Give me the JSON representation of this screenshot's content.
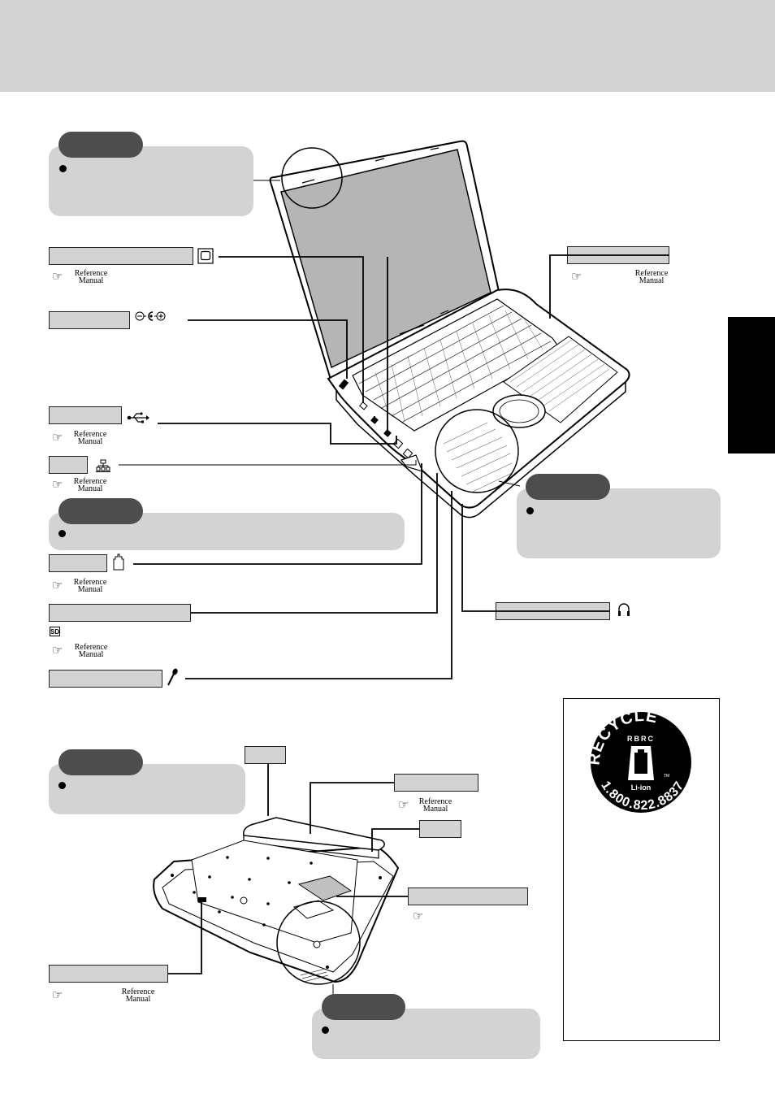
{
  "reference_label": {
    "line1": "Reference",
    "line2": "Manual"
  },
  "pointer_glyph": "☞",
  "sd_icon_text": "SD",
  "recycle_logo": {
    "top_text": "RECYCLE",
    "rbrc": "RBRC",
    "liion": "Li-ion",
    "phone": "1.800.822.8837",
    "tm": "TM"
  },
  "icons": [
    "external-display-icon",
    "dc-in-icon",
    "usb-icon",
    "lan-icon",
    "modem-icon",
    "headphone-icon",
    "microphone-icon",
    "sd-card-icon",
    "pointer-hand-icon"
  ]
}
